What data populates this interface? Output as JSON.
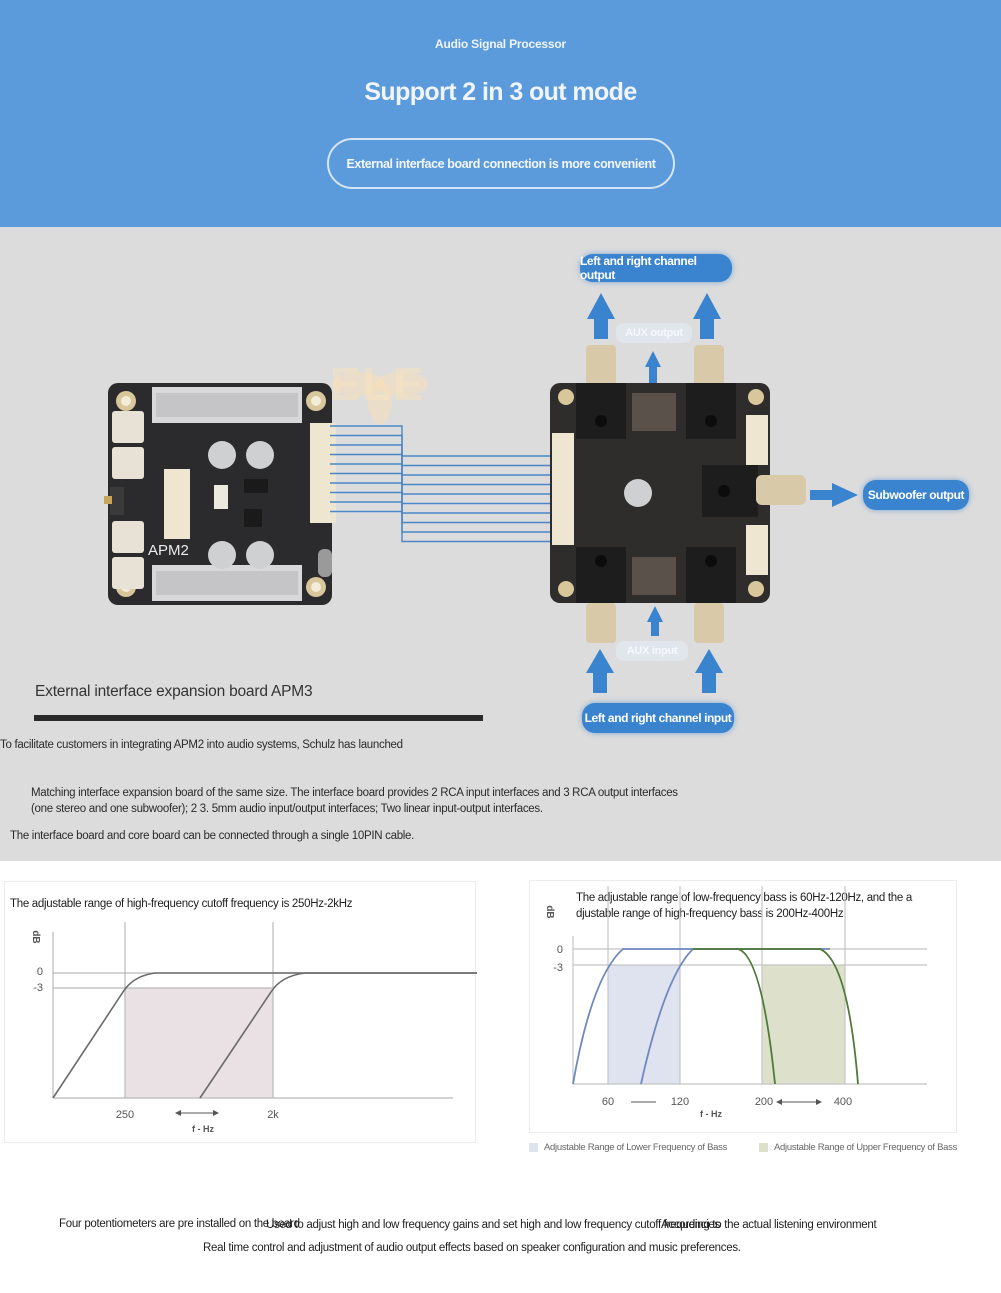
{
  "header": {
    "kicker": "Audio Signal Processor",
    "title": "Support 2 in 3 out mode",
    "pill": "External interface board connection is more convenient",
    "background_color": "#5b9bdc"
  },
  "diagram": {
    "labels": {
      "lr_output": "Left and right channel output",
      "aux_output": "AUX output",
      "subwoofer_output": "Subwoofer output",
      "aux_input": "AUX input",
      "lr_input": "Left and right channel input"
    },
    "core_board_silkscreen": "APM2",
    "watermark": "ELE",
    "accent_color": "#3a84cf",
    "cable_pins": 10
  },
  "description": {
    "title": "External interface expansion board APM3",
    "line1": "To facilitate customers in integrating APM2 into audio systems, Schulz has launched",
    "line2": "Matching interface expansion board of the same size. The interface board provides 2 RCA input interfaces and 3 RCA output interfaces",
    "line3": "(one stereo and one subwoofer); 2 3. 5mm audio input/output interfaces; Two linear input-output interfaces.",
    "line4": "The interface board and core board can be connected through a single 10PIN cable."
  },
  "chart_data": [
    {
      "type": "line",
      "title": "The adjustable range of high-frequency cutoff frequency is 250Hz-2kHz",
      "xlabel": "f - Hz",
      "ylabel": "dB",
      "y_ticks": [
        "0",
        "-3"
      ],
      "x_ticks": [
        "250",
        "2k"
      ],
      "range_arrow": "between 250 and 2k",
      "shaded_region": {
        "from": "250",
        "to": "2k",
        "top_db": -3,
        "color": "#e9e1e3"
      },
      "series": [
        {
          "name": "high-pass at 250 Hz",
          "corner": "250",
          "level_db": 0,
          "color": "#6b6b6b"
        },
        {
          "name": "high-pass at 2 kHz",
          "corner": "2k",
          "level_db": 0,
          "color": "#6b6b6b"
        }
      ]
    },
    {
      "type": "line",
      "title": "The adjustable range of low-frequency bass is 60Hz-120Hz, and the a djustable range of high-frequency bass is 200Hz-400Hz",
      "title_line1": "The adjustable range of low-frequency bass is 60Hz-120Hz, and the a",
      "title_line2": "djustable range of high-frequency bass is 200Hz-400Hz",
      "xlabel": "f - Hz",
      "ylabel": "dB",
      "y_ticks": [
        "0",
        "-3"
      ],
      "x_ticks": [
        "60",
        "120",
        "200",
        "400"
      ],
      "shaded_regions": [
        {
          "name": "Adjustable Range of Lower Frequency of Bass",
          "from": "60",
          "to": "120",
          "top_db": -3,
          "color": "#dfe3f0"
        },
        {
          "name": "Adjustable Range of Upper Frequency of Bass",
          "from": "200",
          "to": "400",
          "top_db": -3,
          "color": "#dde1cb"
        }
      ],
      "series": [
        {
          "name": "low cutoff at 60 Hz",
          "edge": "rising",
          "corner": "60",
          "color": "#7088bf"
        },
        {
          "name": "low cutoff at 120 Hz",
          "edge": "rising",
          "corner": "120",
          "color": "#7088bf"
        },
        {
          "name": "high cutoff at 200 Hz",
          "edge": "falling",
          "corner": "200",
          "color": "#4e7a3a"
        },
        {
          "name": "high cutoff at 400 Hz",
          "edge": "falling",
          "corner": "400",
          "color": "#4e7a3a"
        }
      ],
      "legend": [
        {
          "label": "Adjustable Range of Lower Frequency of Bass",
          "color": "#dfe3f0"
        },
        {
          "label": "Adjustable Range of Upper Frequency of Bass",
          "color": "#dde1cb"
        }
      ],
      "legend_position": "bottom"
    }
  ],
  "footer": {
    "seg1": "Four potentiometers are pre installed on the board",
    "seg2": "Used to adjust high and low frequency gains and set high and low frequency cutoff frequencies",
    "seg3": "According to the actual listening environment",
    "line2": "Real time control and adjustment of audio output effects based on speaker configuration and music preferences."
  }
}
